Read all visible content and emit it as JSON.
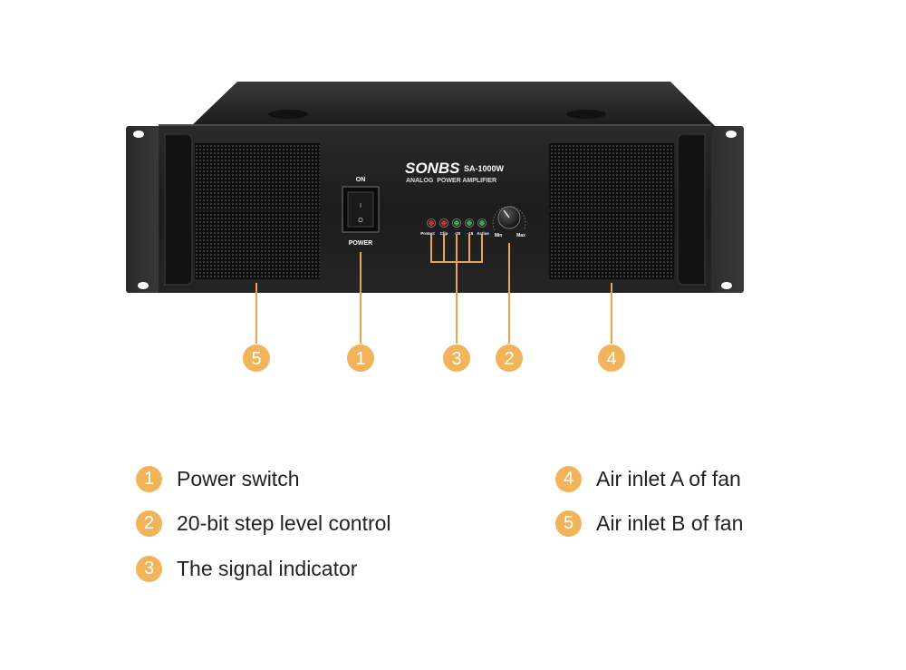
{
  "amplifier": {
    "brand": "SONBS",
    "model": "SA-1000W",
    "subtitle": "ANALOG  POWER AMPLIFIER",
    "switch_top_label": "ON",
    "switch_bottom_label": "POWER",
    "switch_mark_on": "I",
    "switch_mark_off": "O",
    "led_labels": [
      "Protect",
      "Clip",
      "-20",
      "-15",
      "Active"
    ],
    "led_colors": [
      "#c8302a",
      "#c8302a",
      "#3aa54a",
      "#3aa54a",
      "#3aa54a"
    ],
    "knob_min_label": "Min",
    "knob_max_label": "Max"
  },
  "callouts": [
    {
      "number": "5"
    },
    {
      "number": "1"
    },
    {
      "number": "3"
    },
    {
      "number": "2"
    },
    {
      "number": "4"
    }
  ],
  "legend": [
    {
      "number": "1",
      "text": "Power switch"
    },
    {
      "number": "2",
      "text": "20-bit step level control"
    },
    {
      "number": "3",
      "text": "The signal indicator"
    },
    {
      "number": "4",
      "text": "Air inlet A of fan"
    },
    {
      "number": "5",
      "text": "Air inlet B of fan"
    }
  ],
  "colors": {
    "accent": "#f2b45a",
    "leader": "#e8a64a",
    "chassis": "#1f1f1f"
  }
}
